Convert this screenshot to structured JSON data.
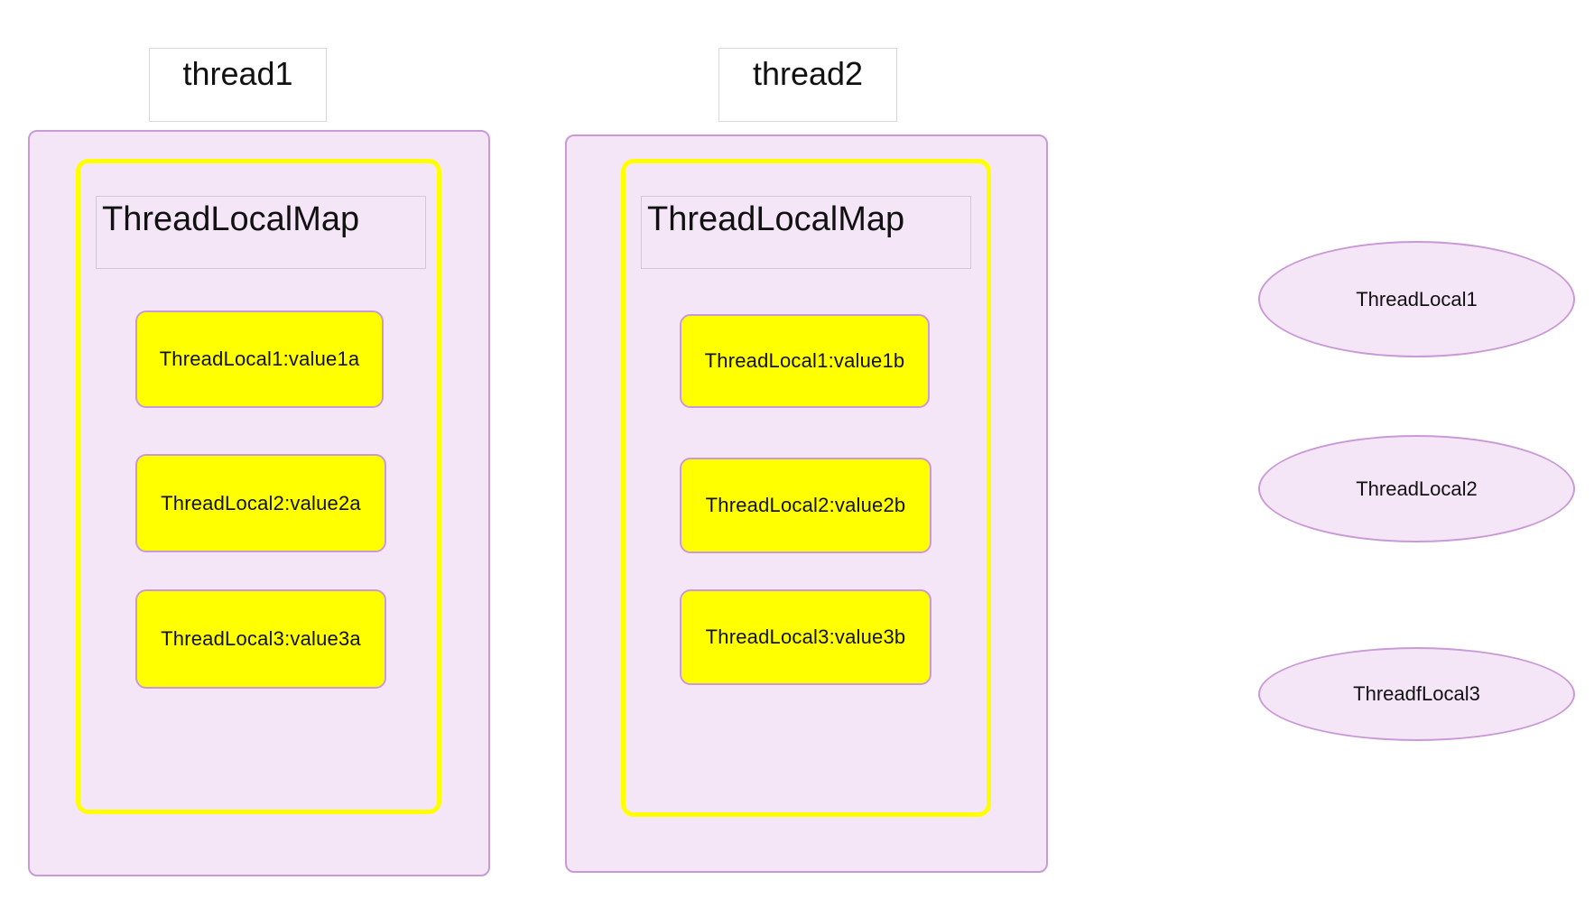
{
  "threads": [
    {
      "label": "thread1",
      "map_title": "ThreadLocalMap",
      "entries": [
        "ThreadLocal1:value1a",
        "ThreadLocal2:value2a",
        "ThreadLocal3:value3a"
      ]
    },
    {
      "label": "thread2",
      "map_title": "ThreadLocalMap",
      "entries": [
        "ThreadLocal1:value1b",
        "ThreadLocal2:value2b",
        "ThreadLocal3:value3b"
      ]
    }
  ],
  "thread_locals": [
    "ThreadLocal1",
    "ThreadLocal2",
    "ThreadfLocal3"
  ],
  "colors": {
    "thread_fill": "#f4e6f7",
    "thread_border": "#c99ad6",
    "map_border": "#ffff00",
    "entry_fill": "#ffff00"
  }
}
